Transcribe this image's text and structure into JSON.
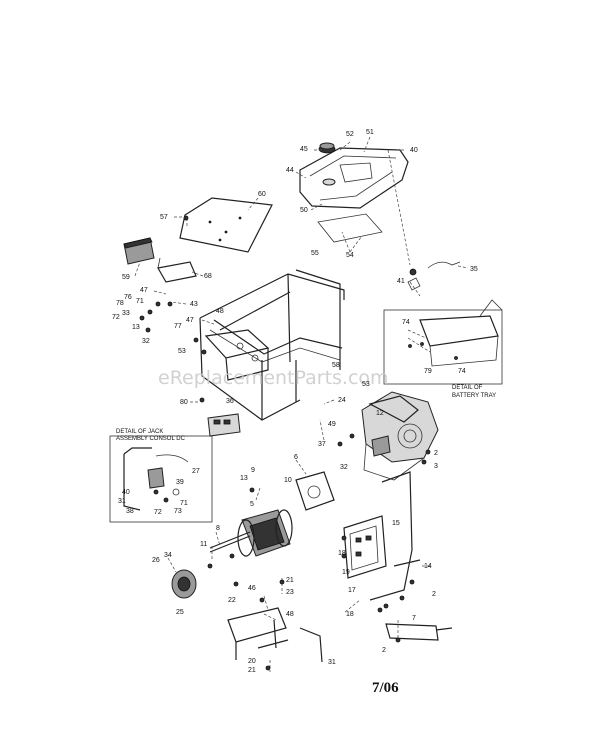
{
  "diagram": {
    "date_code": "7/06",
    "watermark": "eReplacementParts.com",
    "detail_battery_tray": [
      "DETAIL OF",
      "BATTERY TRAY"
    ],
    "detail_jack": [
      "DETAIL OF JACK",
      "ASSEMBLY CONSOL DC"
    ]
  },
  "callouts": {
    "c45": "45",
    "c52": "52",
    "c51": "51",
    "c40": "40",
    "c44": "44",
    "c50": "50",
    "c54": "54",
    "c55": "55",
    "c35": "35",
    "c41": "41",
    "c57": "57",
    "c60": "60",
    "c59": "59",
    "c68": "68",
    "c47a": "47",
    "c43": "43",
    "c76": "76",
    "c47b": "47",
    "c77": "77",
    "c48": "48",
    "c78": "78",
    "c71": "71",
    "c72": "72",
    "c33": "33",
    "c13": "13",
    "c32": "32",
    "c53": "53",
    "c58": "58",
    "c80": "80",
    "c24": "24",
    "c49": "49",
    "c37": "37",
    "c36": "36",
    "c74a": "74",
    "c79": "79",
    "c74b": "74",
    "c53b": "53",
    "c12": "12",
    "c2a": "2",
    "c3": "3",
    "c32b": "32",
    "j27": "27",
    "j39": "39",
    "j40": "40",
    "j31": "31",
    "j38": "38",
    "j73": "73",
    "j72": "72",
    "j71": "71",
    "c13b": "13",
    "c9": "9",
    "c6": "6",
    "c10": "10",
    "c5": "5",
    "c15": "15",
    "c8": "8",
    "c11": "11",
    "c18a": "18",
    "c34": "34",
    "c26": "26",
    "c19": "19",
    "c17": "17",
    "c14": "14",
    "c46": "46",
    "c21a": "21",
    "c22": "22",
    "c25": "25",
    "c23": "23",
    "c48b": "48",
    "c2b": "2",
    "c18b": "18",
    "c7": "7",
    "c2c": "2",
    "c20": "20",
    "c21b": "21",
    "c31": "31"
  }
}
